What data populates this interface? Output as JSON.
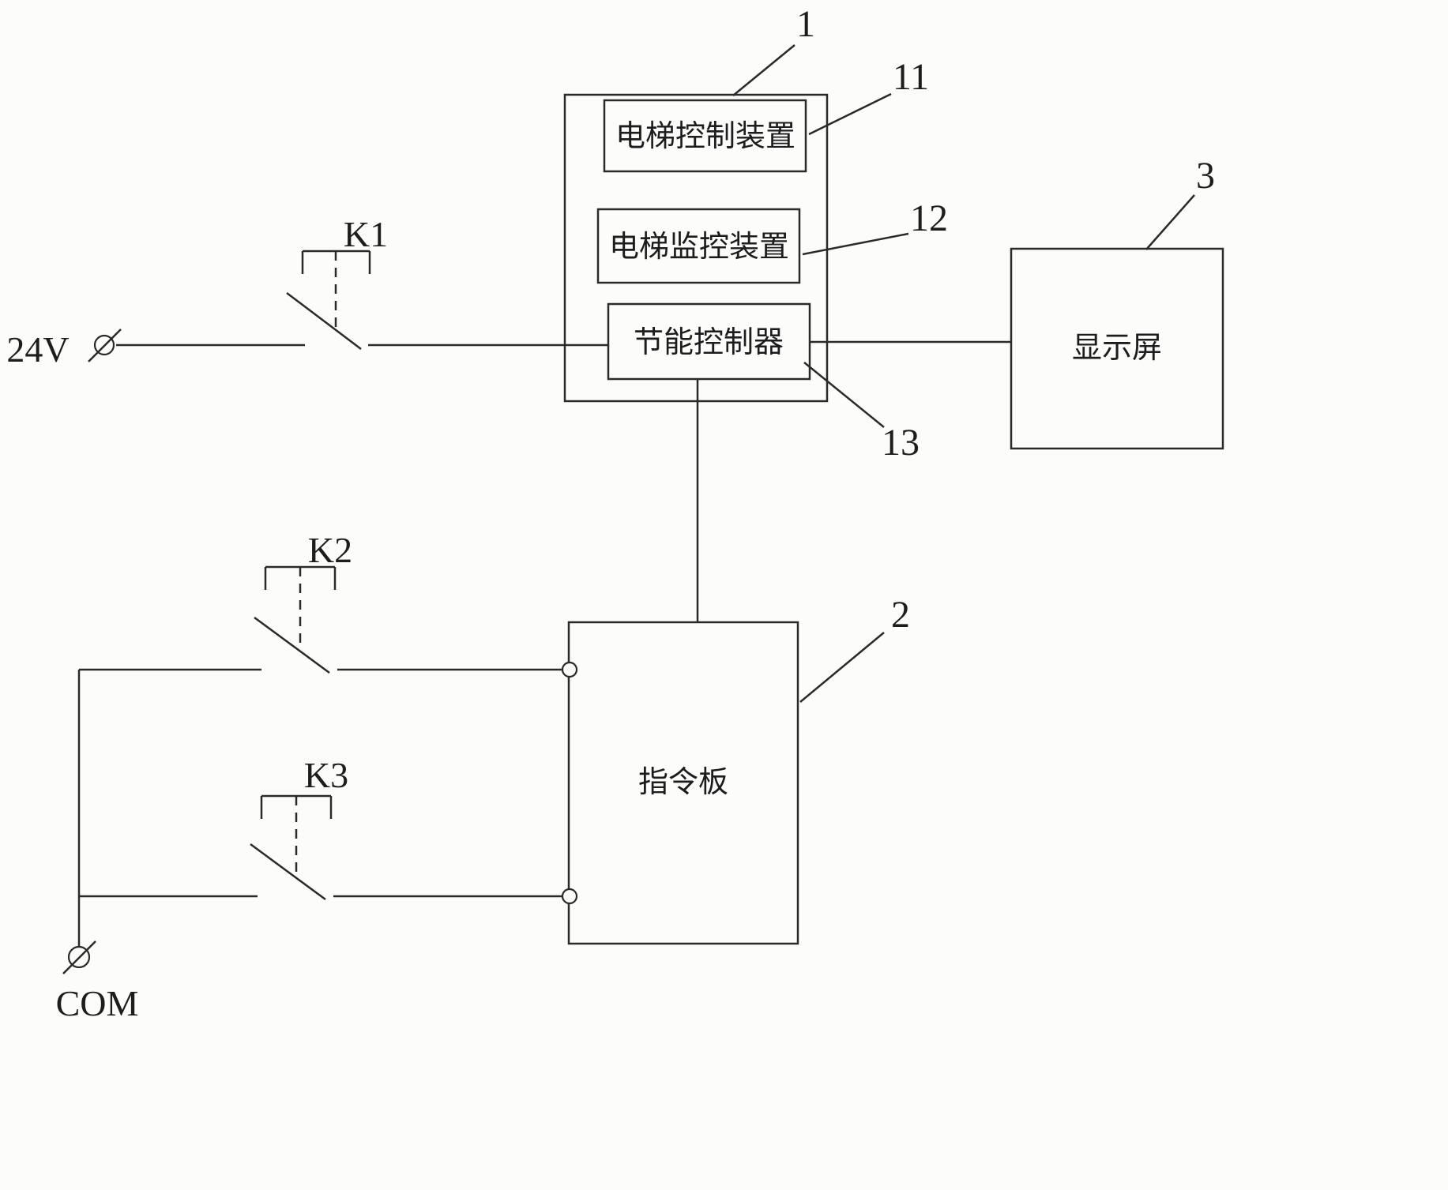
{
  "power": {
    "supply_label": "24V",
    "common_label": "COM"
  },
  "switches": {
    "k1": "K1",
    "k2": "K2",
    "k3": "K3"
  },
  "main_unit": {
    "ref": "1"
  },
  "elevator_control": {
    "label": "电梯控制装置",
    "ref": "11"
  },
  "elevator_monitor": {
    "label": "电梯监控装置",
    "ref": "12"
  },
  "energy_controller": {
    "label": "节能控制器",
    "ref": "13"
  },
  "display": {
    "label": "显示屏",
    "ref": "3"
  },
  "command_board": {
    "label": "指令板",
    "ref": "2"
  }
}
